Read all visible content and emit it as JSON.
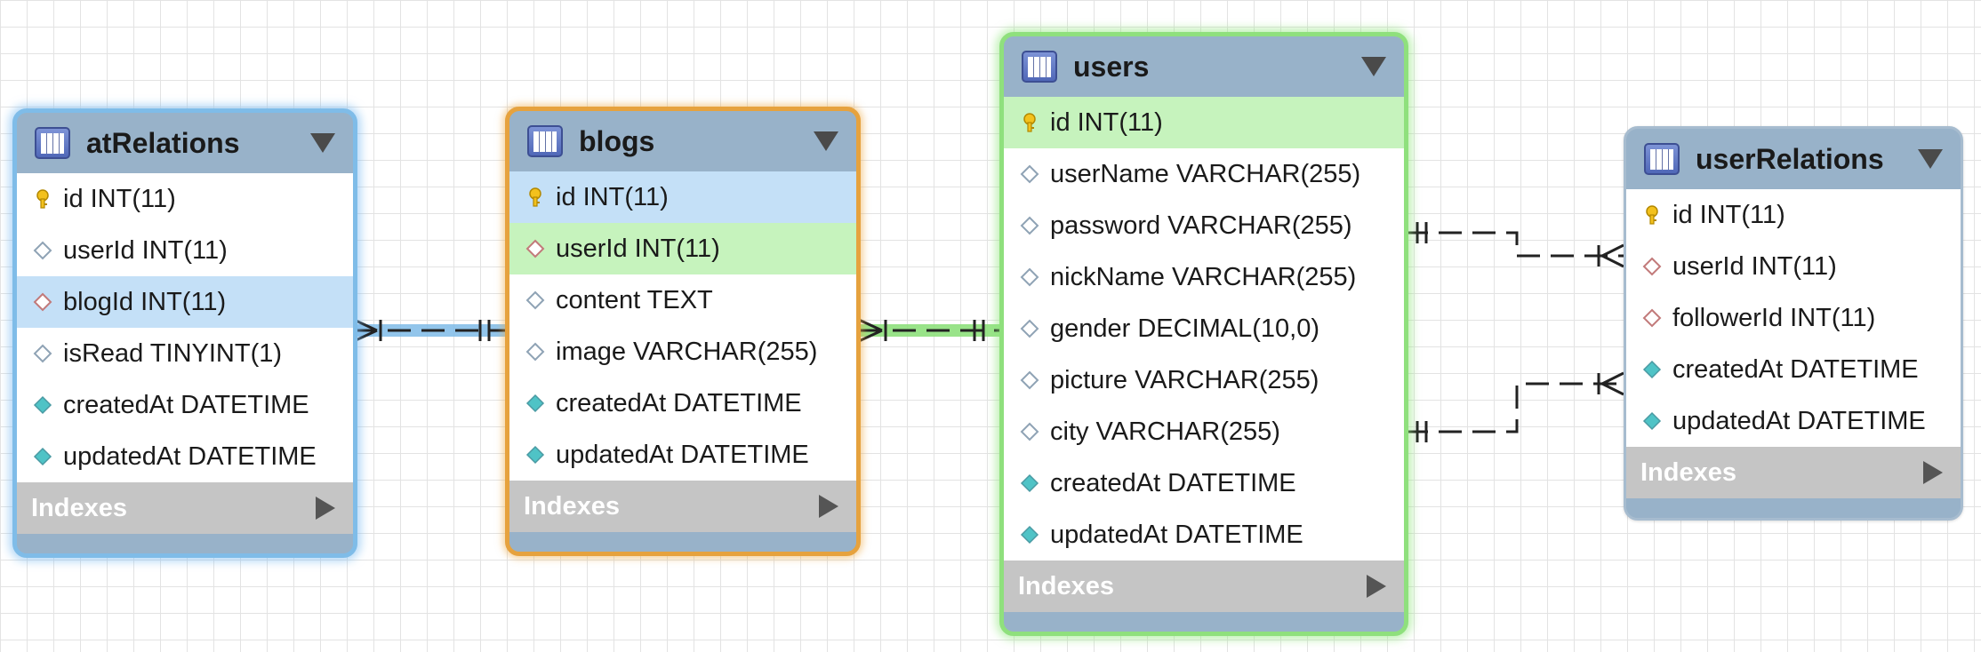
{
  "colors": {
    "table_header": "#98b2c9",
    "selected_blue": "#7fbce8",
    "selected_orange": "#e6a23e",
    "selected_green": "#8fe07d",
    "row_highlight_blue": "#c4e0f7",
    "row_highlight_green": "#c6f3bd",
    "indexes_bar": "#c5c5c5"
  },
  "tables": {
    "atRelations": {
      "name": "atRelations",
      "indexes_label": "Indexes",
      "columns": [
        {
          "label": "id INT(11)",
          "icon": "key-icon"
        },
        {
          "label": "userId INT(11)",
          "icon": "diamond-white-icon"
        },
        {
          "label": "blogId INT(11)",
          "icon": "diamond-red-icon"
        },
        {
          "label": "isRead TINYINT(1)",
          "icon": "diamond-white-icon"
        },
        {
          "label": "createdAt DATETIME",
          "icon": "diamond-teal-icon"
        },
        {
          "label": "updatedAt DATETIME",
          "icon": "diamond-teal-icon"
        }
      ]
    },
    "blogs": {
      "name": "blogs",
      "indexes_label": "Indexes",
      "columns": [
        {
          "label": "id INT(11)",
          "icon": "key-icon"
        },
        {
          "label": "userId INT(11)",
          "icon": "diamond-red-icon"
        },
        {
          "label": "content TEXT",
          "icon": "diamond-white-icon"
        },
        {
          "label": "image VARCHAR(255)",
          "icon": "diamond-white-icon"
        },
        {
          "label": "createdAt DATETIME",
          "icon": "diamond-teal-icon"
        },
        {
          "label": "updatedAt DATETIME",
          "icon": "diamond-teal-icon"
        }
      ]
    },
    "users": {
      "name": "users",
      "indexes_label": "Indexes",
      "columns": [
        {
          "label": "id INT(11)",
          "icon": "key-icon"
        },
        {
          "label": "userName VARCHAR(255)",
          "icon": "diamond-white-icon"
        },
        {
          "label": "password VARCHAR(255)",
          "icon": "diamond-white-icon"
        },
        {
          "label": "nickName VARCHAR(255)",
          "icon": "diamond-white-icon"
        },
        {
          "label": "gender DECIMAL(10,0)",
          "icon": "diamond-white-icon"
        },
        {
          "label": "picture VARCHAR(255)",
          "icon": "diamond-white-icon"
        },
        {
          "label": "city VARCHAR(255)",
          "icon": "diamond-white-icon"
        },
        {
          "label": "createdAt DATETIME",
          "icon": "diamond-teal-icon"
        },
        {
          "label": "updatedAt DATETIME",
          "icon": "diamond-teal-icon"
        }
      ]
    },
    "userRelations": {
      "name": "userRelations",
      "indexes_label": "Indexes",
      "columns": [
        {
          "label": "id INT(11)",
          "icon": "key-icon"
        },
        {
          "label": "userId INT(11)",
          "icon": "diamond-red-icon"
        },
        {
          "label": "followerId INT(11)",
          "icon": "diamond-red-icon"
        },
        {
          "label": "createdAt DATETIME",
          "icon": "diamond-teal-icon"
        },
        {
          "label": "updatedAt DATETIME",
          "icon": "diamond-teal-icon"
        }
      ]
    }
  },
  "relationships": [
    {
      "from": "atRelations",
      "to": "blogs",
      "type": "one-to-many"
    },
    {
      "from": "blogs",
      "to": "users",
      "type": "one-to-many"
    },
    {
      "from": "userRelations",
      "to": "users",
      "type": "one-to-many"
    },
    {
      "from": "userRelations",
      "to": "users",
      "type": "one-to-many"
    }
  ]
}
